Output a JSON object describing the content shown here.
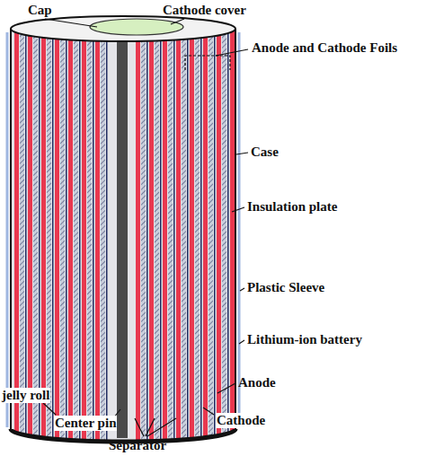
{
  "diagram": {
    "labels": [
      "Cap",
      "Cathode cover",
      "Anode and Cathode Foils",
      "Case",
      "Insulation plate",
      "Plastic Sleeve",
      "Lithium-ion battery",
      "jelly roll",
      "Center pin",
      "Anode",
      "Cathode",
      "Separator"
    ]
  }
}
